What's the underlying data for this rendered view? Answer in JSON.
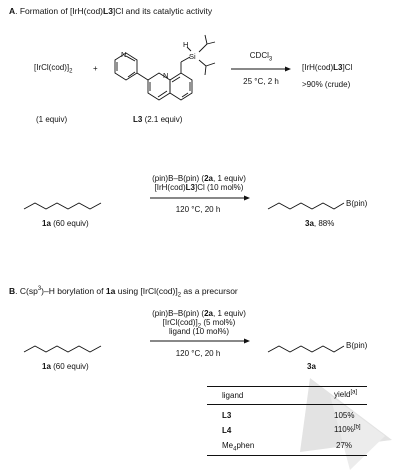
{
  "sectionA": {
    "letter": "A",
    "title_pre": ". Formation of [IrH(cod)",
    "title_bold": "L3",
    "title_post": "]Cl and its catalytic activity",
    "reagent_pre": "[IrCl(cod)]",
    "reagent_sub": "2",
    "plus": "+",
    "atom_H": "H",
    "atom_Si": "Si",
    "atom_N1": "N",
    "atom_N2": "N",
    "conditions_solvent_pre": "CDCl",
    "conditions_solvent_sub": "3",
    "conditions_temp": "25 °C, 2 h",
    "product_pre": "[IrH(cod)",
    "product_bold": "L3",
    "product_post": "]Cl",
    "product_yield": ">90% (crude)",
    "reagent_equiv": "(1 equiv)",
    "ligand_label": "L3",
    "ligand_equiv": " (2.1 equiv)",
    "rxn2_line1_pre": "(pin)B–B(pin) (",
    "rxn2_line1_bold": "2a",
    "rxn2_line1_post": ", 1 equiv)",
    "rxn2_line2_pre": "[IrH(cod)",
    "rxn2_line2_bold": "L3",
    "rxn2_line2_post": "]Cl (10 mol%)",
    "rxn2_temp": "120 °C, 20 h",
    "substrate_label": "1a",
    "substrate_equiv": " (60 equiv)",
    "product_group": "B(pin)",
    "product_label": "3a",
    "product_yield2": ", 88%"
  },
  "sectionB": {
    "letter": "B",
    "title_pre": ". C(sp",
    "title_sup": "3",
    "title_mid": ")–H borylation of ",
    "title_bold": "1a",
    "title_mid2": " using [IrCl(cod)]",
    "title_sub": "2",
    "title_post": " as a precursor",
    "line1_pre": "(pin)B–B(pin) (",
    "line1_bold": "2a",
    "line1_post": ", 1 equiv)",
    "line2_pre": "[IrCl(cod)]",
    "line2_sub": "2",
    "line2_post": " (5 mol%)",
    "line3": "ligand (10 mol%)",
    "temp": "120 °C, 20 h",
    "substrate_label": "1a",
    "substrate_equiv": " (60 equiv)",
    "product_group": "B(pin)",
    "product_label": "3a"
  },
  "table": {
    "headers": {
      "ligand": "ligand",
      "yield": "yield",
      "yield_note": "[a]"
    },
    "rows": [
      {
        "ligand": "L3",
        "yield": "105%",
        "note": ""
      },
      {
        "ligand": "L4",
        "yield": "110%",
        "note": "[b]"
      },
      {
        "ligand_pre": "Me",
        "ligand_sub": "4",
        "ligand_post": "phen",
        "yield": "27%",
        "note": ""
      }
    ]
  },
  "colors": {
    "ink": "#111111",
    "watermark": "#e3e3e3"
  }
}
